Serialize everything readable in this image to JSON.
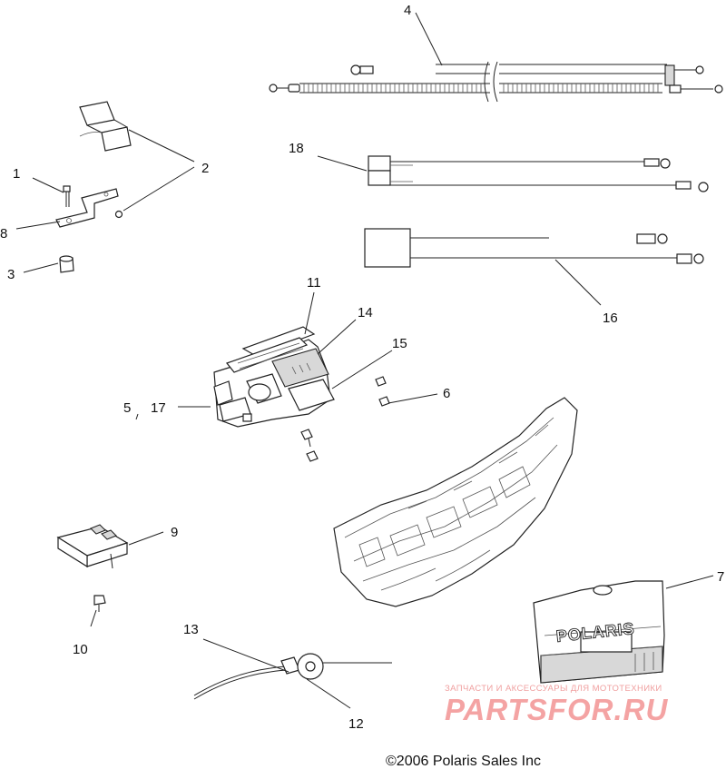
{
  "callouts": {
    "c1": "1",
    "c2": "2",
    "c3": "3",
    "c4": "4",
    "c5": "5",
    "c6": "6",
    "c7": "7",
    "c8": "8",
    "c9": "9",
    "c10": "10",
    "c11": "11",
    "c12": "12",
    "c13": "13",
    "c14": "14",
    "c15": "15",
    "c16": "16",
    "c17": "17",
    "c18": "18"
  },
  "grille_text": "POLARIS",
  "watermark": {
    "tagline": "ЗАПЧАСТИ И АКСЕССУАРЫ ДЛЯ МОТОТЕХНИКИ",
    "brand": "PARTSFOR.RU"
  },
  "copyright": "©2006 Polaris Sales Inc"
}
